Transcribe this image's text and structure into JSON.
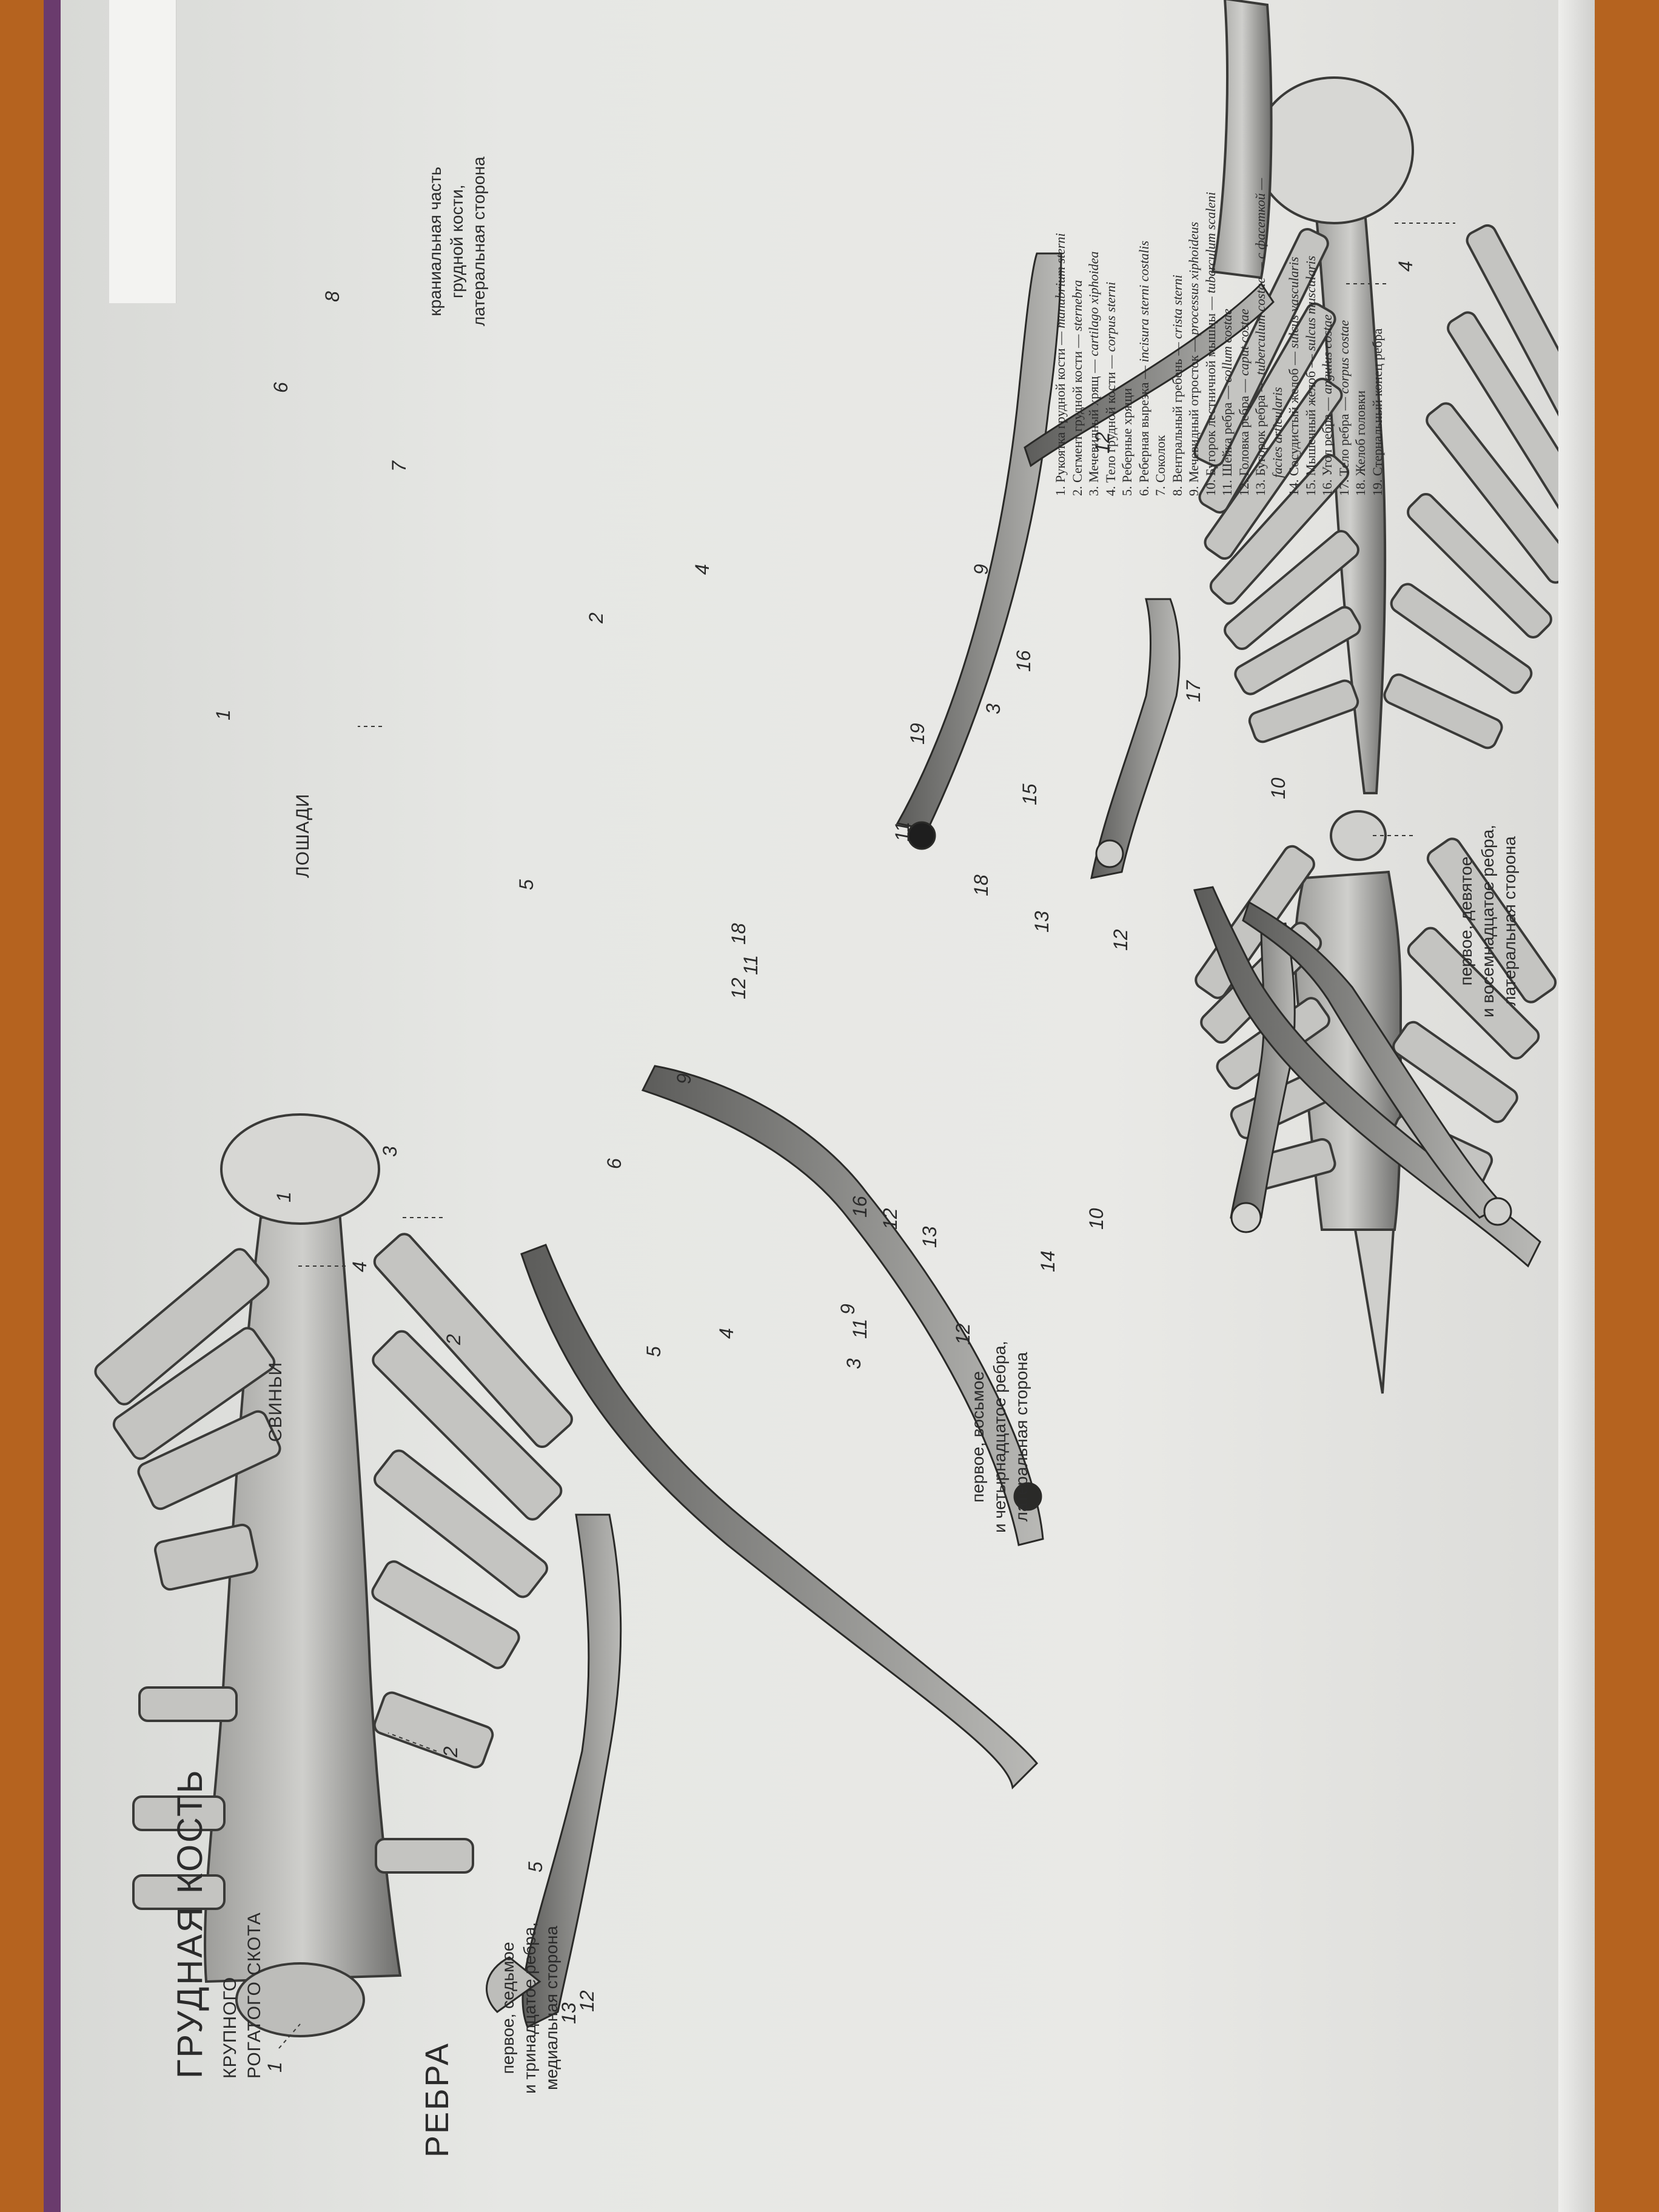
{
  "page": {
    "title": "ГРУДНАЯ КОСТЬ",
    "ribs_title": "РЕБРА"
  },
  "sections": {
    "cattle": {
      "label_line1": "КРУПНОГО",
      "label_line2": "РОГАТОГО СКОТА",
      "caption_line1": "первое, седьмое",
      "caption_line2": "и тринадцатое ребра,",
      "caption_line3": "медиальная сторона"
    },
    "pig": {
      "label": "СВИНЬИ",
      "caption_line1": "первое, восьмое",
      "caption_line2": "и четырнадцатое ребра,",
      "caption_line3": "латеральная сторона"
    },
    "horse": {
      "label": "ЛОШАДИ",
      "caption_line1": "первое, девятое",
      "caption_line2": "и восемнадцатое ребра,",
      "caption_line3": "латеральная сторона"
    },
    "cranial": {
      "caption_line1": "краниальная часть",
      "caption_line2": "грудной кости,",
      "caption_line3": "латеральная сторона"
    }
  },
  "legend": [
    {
      "ru": "1. Рукоятка грудной кости — ",
      "lat": "manubrium sterni"
    },
    {
      "ru": "2. Сегмент грудной кости — ",
      "lat": "sternebra"
    },
    {
      "ru": "3. Мечевидный хрящ — ",
      "lat": "cartilago xiphoidea"
    },
    {
      "ru": "4. Тело грудной кости — ",
      "lat": "corpus sterni"
    },
    {
      "ru": "5. Реберные хрящи",
      "lat": ""
    },
    {
      "ru": "6. Реберная вырезка — ",
      "lat": "incisura sterni costalis"
    },
    {
      "ru": "7. Соколок",
      "lat": ""
    },
    {
      "ru": "8. Вентральный гребень — ",
      "lat": "crista sterni"
    },
    {
      "ru": "9. Мечевидный отросток — ",
      "lat": "processus xiphoideus"
    },
    {
      "ru": "10. Бугорок лестничной мышцы — ",
      "lat": "tuberculum scaleni"
    },
    {
      "ru": "11. Шейка ребра — ",
      "lat": "collum costae"
    },
    {
      "ru": "12. Головка ребра — ",
      "lat": "caput costae"
    },
    {
      "ru": "13. Бугорок ребра — ",
      "lat": "tuberculum costae — с фасеткой —"
    },
    {
      "ru": "",
      "lat": "facies articularis"
    },
    {
      "ru": "14. Сосудистый желоб — ",
      "lat": "sulcus vascularis"
    },
    {
      "ru": "15. Мышечный желоб — ",
      "lat": "sulcus muscularis"
    },
    {
      "ru": "16. Угол ребра — ",
      "lat": "angulus costae"
    },
    {
      "ru": "17. Тело ребра — ",
      "lat": "corpus costae"
    },
    {
      "ru": "18. Желоб головки",
      "lat": ""
    },
    {
      "ru": "19. Стернальный конец ребра",
      "lat": ""
    }
  ],
  "numbers": {
    "n1": "1",
    "n2": "2",
    "n3": "3",
    "n4": "4",
    "n5": "5",
    "n6": "6",
    "n7": "7",
    "n8": "8",
    "n9": "9",
    "n10": "10",
    "n11": "11",
    "n12": "12",
    "n13": "13",
    "n14": "14",
    "n15": "15",
    "n16": "16",
    "n17": "17",
    "n18": "18",
    "n19": "19"
  }
}
